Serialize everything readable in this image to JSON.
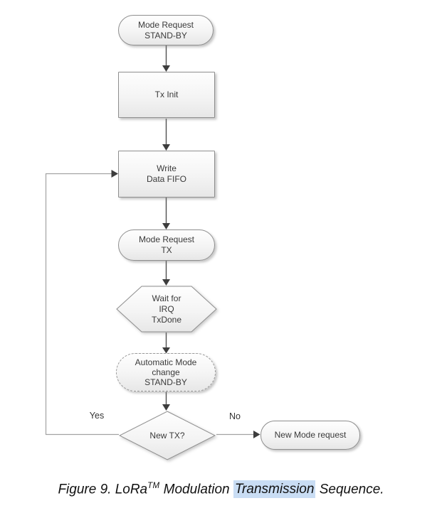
{
  "flowchart": {
    "nodes": [
      {
        "id": "mode-request-standby",
        "shape": "stadium",
        "label_lines": [
          "Mode Request",
          "STAND-BY"
        ]
      },
      {
        "id": "tx-init",
        "shape": "rectangle",
        "label_lines": [
          "Tx Init"
        ]
      },
      {
        "id": "write-data-fifo",
        "shape": "rectangle",
        "label_lines": [
          "Write",
          "Data FIFO"
        ]
      },
      {
        "id": "mode-request-tx",
        "shape": "stadium",
        "label_lines": [
          "Mode Request",
          "TX"
        ]
      },
      {
        "id": "wait-for-irq-txdone",
        "shape": "hexagon",
        "label_lines": [
          "Wait for",
          "IRQ",
          "TxDone"
        ]
      },
      {
        "id": "automatic-mode-change",
        "shape": "stadium-dashed",
        "label_lines": [
          "Automatic Mode",
          "change",
          "STAND-BY"
        ]
      },
      {
        "id": "new-tx-decision",
        "shape": "diamond",
        "label_lines": [
          "New TX?"
        ]
      },
      {
        "id": "new-mode-request",
        "shape": "stadium",
        "label_lines": [
          "New Mode request"
        ]
      }
    ],
    "edge_labels": {
      "yes": "Yes",
      "no": "No"
    },
    "colors": {
      "node_border": "#8e8e8e",
      "node_fill_top": "#fdfdfd",
      "node_fill_bottom": "#e8e8e8",
      "arrowhead": "#3d3d3d",
      "connector_dark": "#4f4f4f",
      "connector_light": "#a2a2a2",
      "caption_highlight": "#c9ddf4"
    }
  },
  "caption": {
    "prefix": "Figure 9. LoRa",
    "trademark": "TM",
    "middle": " Modulation ",
    "highlighted_word": "Transmission",
    "suffix": " Sequence."
  }
}
